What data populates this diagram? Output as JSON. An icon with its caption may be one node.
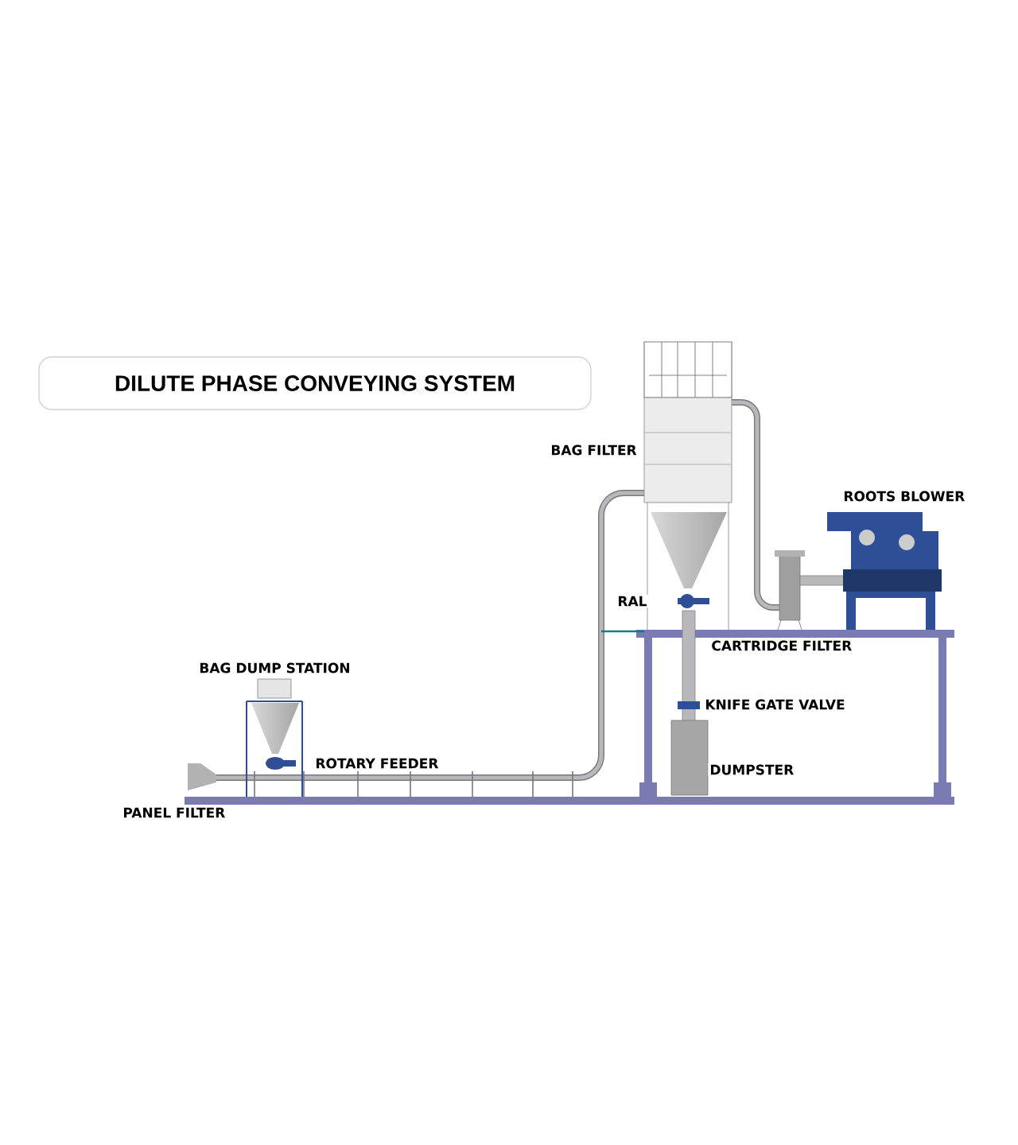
{
  "diagram": {
    "title": "DILUTE PHASE CONVEYING SYSTEM",
    "labels": [
      "BAG FILTER",
      "ROOTS BLOWER",
      "RAL",
      "CARTRIDGE FILTER",
      "KNIFE GATE VALVE",
      "BAG DUMP STATION",
      "ROTARY FEEDER",
      "DUMPSTER",
      "PANEL FILTER"
    ]
  }
}
